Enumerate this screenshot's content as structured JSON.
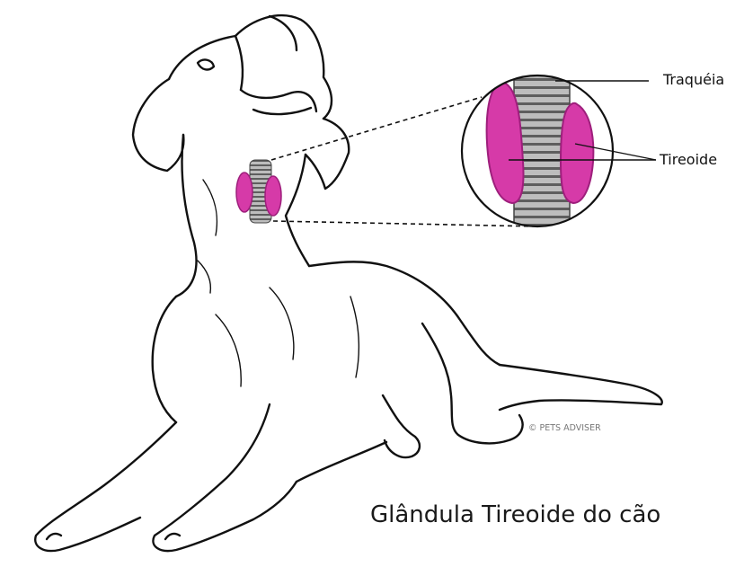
{
  "labels": {
    "trachea": "Traquéia",
    "thyroid": "Tireoide",
    "watermark": "© PETS ADVISER",
    "title": "Glândula Tireoide do cão"
  },
  "colors": {
    "outline": "#111111",
    "thyroid": "#d63aa8",
    "thyroid_dark": "#9e1f7c",
    "trachea": "#a9a9a9",
    "trachea_dark": "#555555"
  },
  "icons": {
    "dog": "dog-lineart",
    "zoom": "magnifier-circle"
  }
}
